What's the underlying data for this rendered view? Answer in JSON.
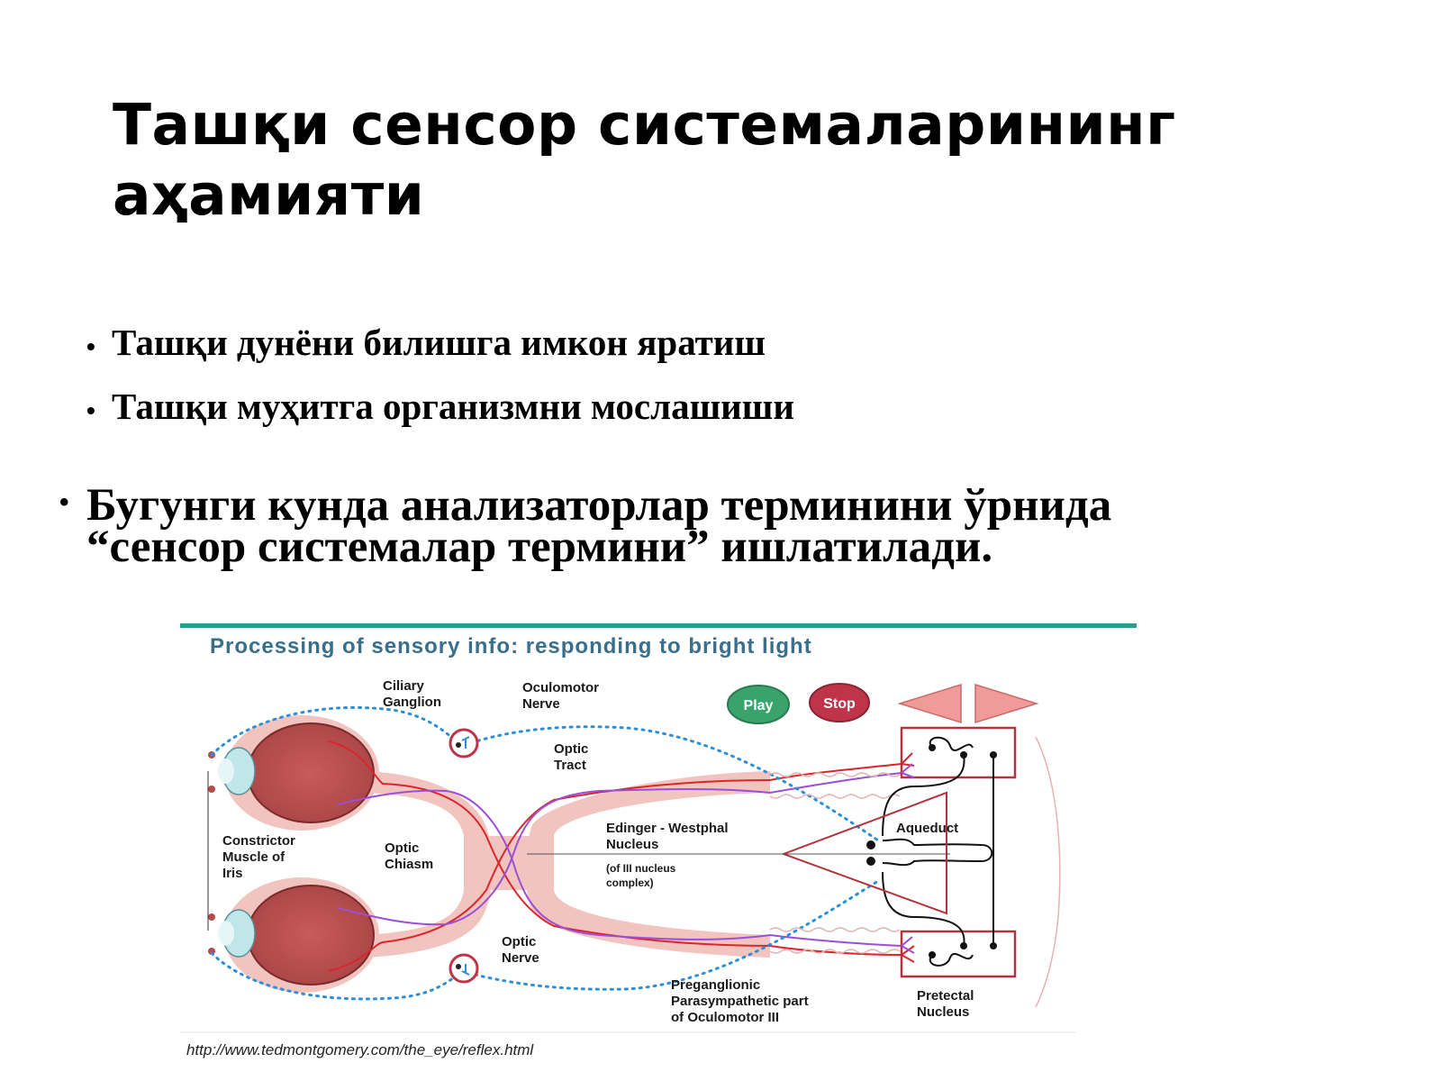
{
  "slide": {
    "title_line1": "Ташқи сенсор системаларининг",
    "title_line2": "аҳамияти",
    "bullets": [
      "Ташқи дунёни билишга имкон яратиш",
      "Ташқи муҳитга организмни мослашиши"
    ],
    "main_bullet_line1": "Бугунги кунда анализаторлар терминини ўрнида",
    "main_bullet_line2": "“сенсор системалар термини” ишлатилади."
  },
  "figure": {
    "title": "Processing of sensory info: responding to bright light",
    "play_label": "Play",
    "stop_label": "Stop",
    "labels": {
      "ciliary_1": "Ciliary",
      "ciliary_2": "Ganglion",
      "oculomotor_1": "Oculomotor",
      "oculomotor_2": "Nerve",
      "optic_tract_1": "Optic",
      "optic_tract_2": "Tract",
      "constrictor_1": "Constrictor",
      "constrictor_2": "Muscle of",
      "constrictor_3": "Iris",
      "chiasm_1": "Optic",
      "chiasm_2": "Chiasm",
      "edinger_1": "Edinger - Westphal",
      "edinger_2": "Nucleus",
      "edinger_3": "(of III nucleus",
      "edinger_4": "complex)",
      "aqueduct": "Aqueduct",
      "optic_nerve_1": "Optic",
      "optic_nerve_2": "Nerve",
      "pregang_1": "Preganglionic",
      "pregang_2": "Parasympathetic part",
      "pregang_3": "of Oculomotor III",
      "pretectal_1": "Pretectal",
      "pretectal_2": "Nucleus"
    },
    "source_url": "http://www.tedmontgomery.com/the_eye/reflex.html",
    "colors": {
      "accent_line": "#2a9d8f",
      "title": "#3a6f8c",
      "eyeball": "#b44c4c",
      "nerve": "#f2c4bf",
      "pathway_red": "#d9262c",
      "pathway_purple": "#9b4fd6",
      "dotted_blue": "#2d8fd6",
      "play": "#3aa36b",
      "stop": "#c0344a",
      "arrow": "#f19a9a"
    }
  }
}
